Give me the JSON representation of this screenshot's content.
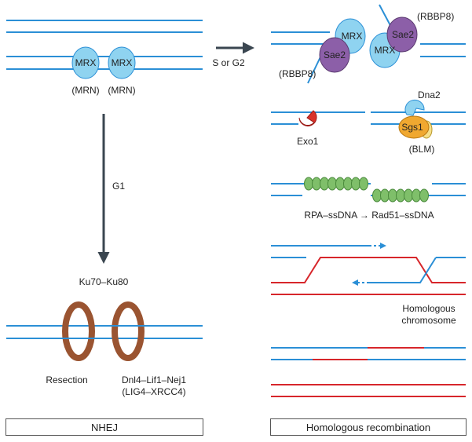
{
  "colors": {
    "dna_blue": "#2b8fd6",
    "dna_red": "#d7262b",
    "protein_blue": "#8fd3f0",
    "protein_purple": "#8c5fa8",
    "ku_brown": "#9a5431",
    "exo_red": "#d9332b",
    "sgs_orange": "#f0a830",
    "dna2_blue": "#8fd3f0",
    "rpa_green": "#7fbf6a",
    "arrow_gray": "#3a4650"
  },
  "left": {
    "mrx_1": "MRX",
    "mrx_2": "MRX",
    "mrn_1": "(MRN)",
    "mrn_2": "(MRN)",
    "phase_arrow_label": "G1",
    "ku_label": "Ku70–Ku80",
    "resection_label": "Resection",
    "ligase_label_1": "Dnl4–Lif1–Nej1",
    "ligase_label_2": "(LIG4–XRCC4)",
    "box_label": "NHEJ"
  },
  "center": {
    "arrow_label": "S or G2"
  },
  "right": {
    "mrx_a": "MRX",
    "mrx_b": "MRX",
    "sae2_a": "Sae2",
    "sae2_b": "Sae2",
    "rbbp8_top": "(RBBP8)",
    "rbbp8_left": "(RBBP8)",
    "dna2_label": "Dna2",
    "exo1_label": "Exo1",
    "sgs1_label": "Sgs1",
    "blm_label": "(BLM)",
    "rpa_label": "RPA–ssDNA → Rad51–ssDNA",
    "homologous_1": "Homologous",
    "homologous_2": "chromosome",
    "box_label": "Homologous recombination"
  }
}
